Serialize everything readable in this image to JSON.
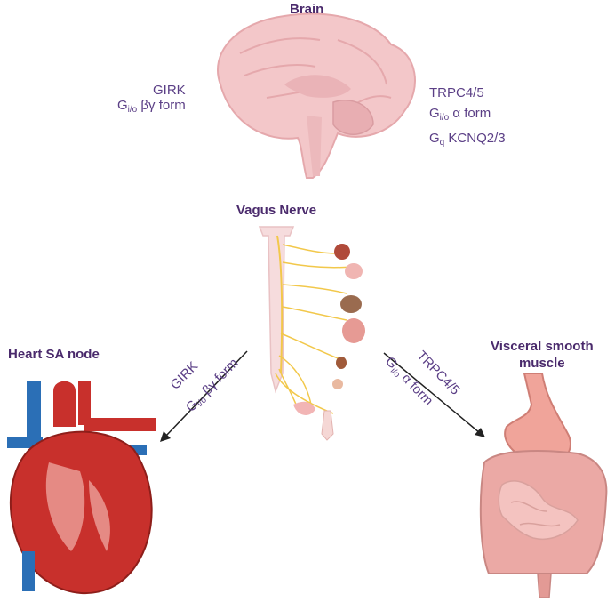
{
  "titles": {
    "brain": "Brain",
    "vagus": "Vagus Nerve",
    "heart": "Heart SA node",
    "visceral_1": "Visceral smooth",
    "visceral_2": "muscle"
  },
  "brain_left": {
    "line1": "GIRK",
    "line2_main": "G",
    "line2_sub": "i/o",
    "line2_rest": " βγ form"
  },
  "brain_right": {
    "line1": "TRPC4/5",
    "line2_main": "G",
    "line2_sub": "i/o",
    "line2_rest": " α form",
    "line3_main": "G",
    "line3_sub": "q",
    "line3_rest": " KCNQ2/3"
  },
  "arrow_left": {
    "line1": "GIRK",
    "line2_main": "G",
    "line2_sub": "i/o",
    "line2_rest": " βγ form"
  },
  "arrow_right": {
    "line1": "TRPC4/5",
    "line2_main": "G",
    "line2_sub": "i/o",
    "line2_rest": " α form"
  },
  "colors": {
    "text": "#5b3f86",
    "brain": "#f3c7c9",
    "nerve": "#f2c84b",
    "heart_red": "#c8302c",
    "heart_blue": "#2b6fb6",
    "intestine": "#eba9a5",
    "stomach": "#f0a49a"
  }
}
